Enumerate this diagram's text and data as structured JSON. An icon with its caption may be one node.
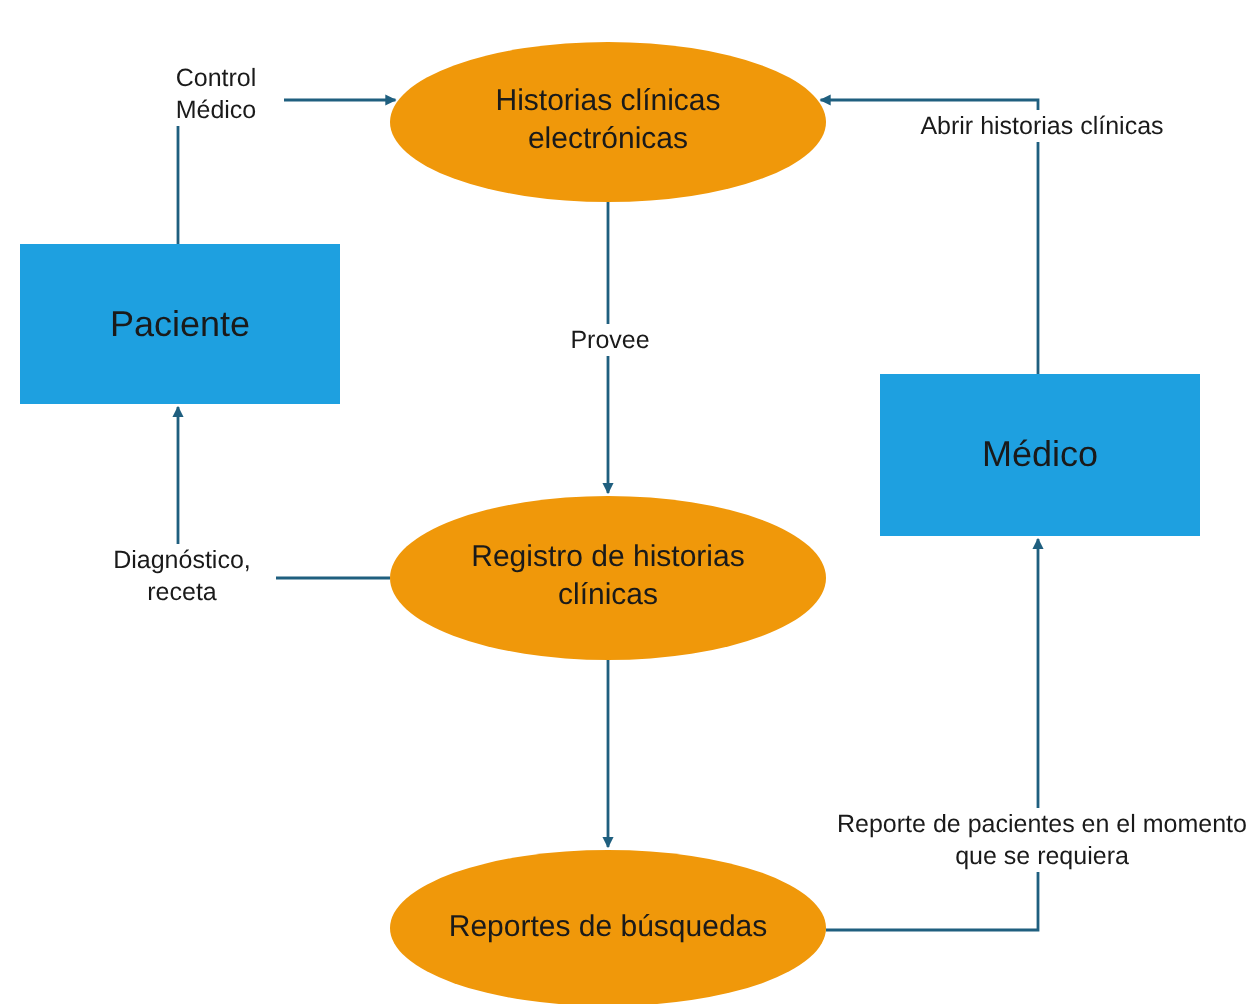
{
  "diagram": {
    "nodes": [
      {
        "text": [
          "Historias clínicas electrónicas"
        ]
      },
      {
        "text": [
          "Paciente"
        ]
      },
      {
        "text": [
          "Médico"
        ]
      },
      {
        "text": [
          "Registro de historias clínicas"
        ]
      },
      {
        "text": [
          "Reportes de búsquedas"
        ]
      }
    ],
    "edges": [
      {
        "from": 1,
        "to": 0,
        "arrow": "to",
        "label": "Control Médico"
      },
      {
        "from": 2,
        "to": 0,
        "arrow": "to",
        "label": "Abrir historias clínicas"
      },
      {
        "from": 0,
        "to": 3,
        "arrow": "to",
        "label": "Provee"
      },
      {
        "from": 3,
        "to": 1,
        "arrow": "to",
        "label": "Diagnóstico, receta"
      },
      {
        "from": 3,
        "to": 4,
        "arrow": "to"
      },
      {
        "from": 4,
        "to": 2,
        "arrow": "to",
        "label": "Reporte de pacientes en el momento que se requiera"
      }
    ]
  }
}
